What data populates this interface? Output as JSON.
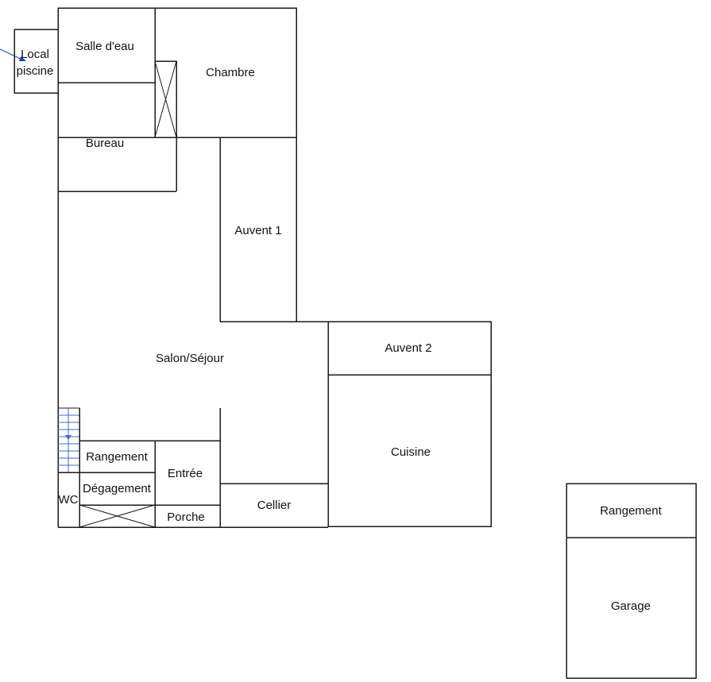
{
  "rooms": {
    "local_piscine_line1": "Local",
    "local_piscine_line2": "piscine",
    "salle_deau": "Salle d'eau",
    "chambre": "Chambre",
    "bureau": "Bureau",
    "auvent_1": "Auvent 1",
    "salon_sejour": "Salon/Séjour",
    "auvent_2": "Auvent 2",
    "cuisine": "Cuisine",
    "rangement_1": "Rangement",
    "degagement": "Dégagement",
    "wc": "WC",
    "entree": "Entrée",
    "porche": "Porche",
    "cellier": "Cellier",
    "rangement_2": "Rangement",
    "garage": "Garage"
  },
  "colors": {
    "wall": "#1a1a1a",
    "stairs": "#3b6fc9",
    "arrow": "#1f3fb0"
  }
}
